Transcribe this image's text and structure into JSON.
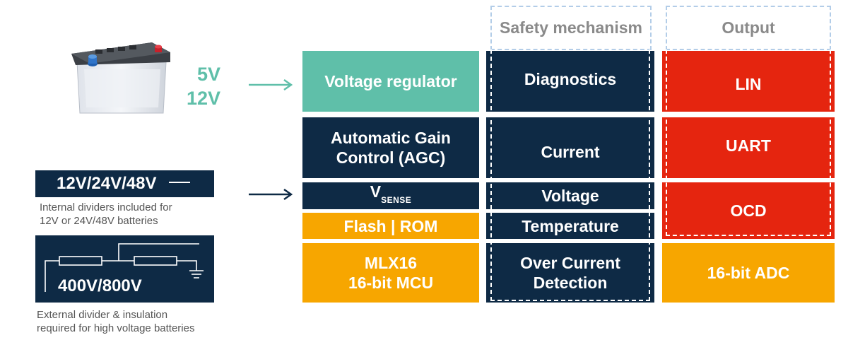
{
  "headers": {
    "safety": "Safety mechanism",
    "output": "Output"
  },
  "supply": {
    "v1": "5V",
    "v2": "12V"
  },
  "center_column": {
    "voltage_regulator": "Voltage regulator",
    "agc_line1": "Automatic Gain",
    "agc_line2": "Control (AGC)",
    "vsense_main": "V",
    "vsense_sub": "SENSE",
    "flash_rom": "Flash | ROM",
    "mcu_line1": "MLX16",
    "mcu_line2": "16-bit MCU"
  },
  "safety_column": {
    "diagnostics": "Diagnostics",
    "current": "Current",
    "voltage": "Voltage",
    "temperature": "Temperature",
    "ocd_line1": "Over Current",
    "ocd_line2": "Detection"
  },
  "output_column": {
    "lin": "LIN",
    "uart": "UART",
    "ocd": "OCD",
    "adc": "16-bit ADC"
  },
  "left": {
    "internal_label": "12V/24V/48V",
    "internal_note_1": "Internal dividers included for",
    "internal_note_2": "12V or 24V/48V batteries",
    "external_label": "400V/800V",
    "external_note_1": "External divider & insulation",
    "external_note_2": "required for high voltage batteries"
  },
  "colors": {
    "teal": "#5fbfa9",
    "navy": "#0e2a45",
    "orange": "#f7a600",
    "red": "#e5250f",
    "dashed": "#b3cde8"
  }
}
